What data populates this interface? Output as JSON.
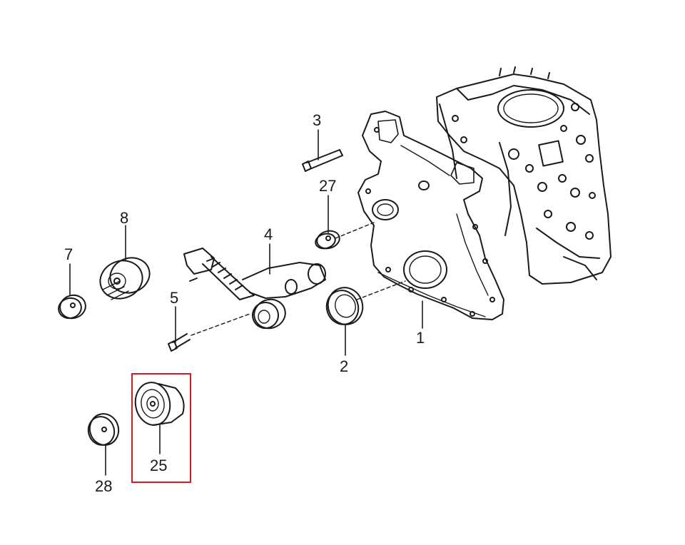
{
  "callouts": {
    "timing_cover": "1",
    "front_oil_seal": "2",
    "bolt_3": "3",
    "tensioner": "4",
    "bolt_5": "5",
    "cap_7": "7",
    "pulley_8": "8",
    "idler_pulley": "25",
    "cap_27": "27",
    "cap_28": "28"
  },
  "highlighted_part": "25",
  "colors": {
    "line": "#1a1a1a",
    "highlight": "#d71920",
    "background": "#ffffff"
  }
}
